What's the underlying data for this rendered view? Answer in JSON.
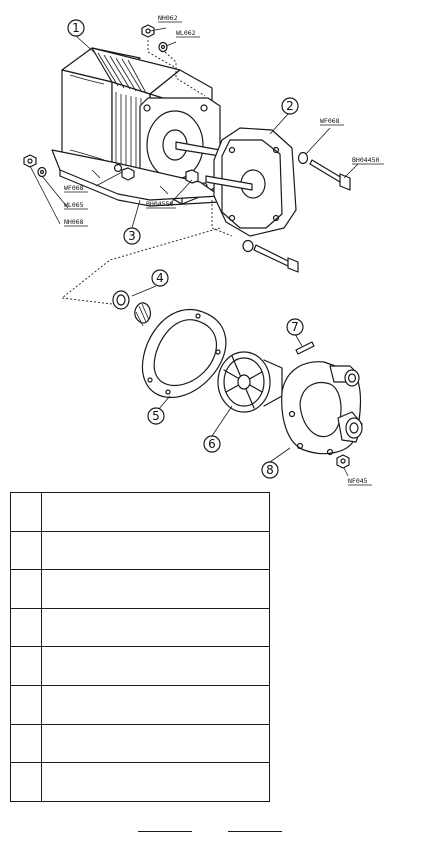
{
  "callouts": [
    {
      "id": "1",
      "label": "1"
    },
    {
      "id": "2",
      "label": "2"
    },
    {
      "id": "3",
      "label": "3"
    },
    {
      "id": "4",
      "label": "4"
    },
    {
      "id": "5",
      "label": "5"
    },
    {
      "id": "6",
      "label": "6"
    },
    {
      "id": "7",
      "label": "7"
    },
    {
      "id": "8",
      "label": "8"
    }
  ],
  "part_codes": {
    "nh062": "NH062",
    "wl062": "WL062",
    "wf068": "WF068",
    "bh04450": "BH04450",
    "wf068b": "WF068",
    "wl065": "WL065",
    "nh068": "NH068",
    "bh04550": "BH04550",
    "nf045": "NF045"
  },
  "parts_table": {
    "rows": [
      {
        "number": "",
        "description": ""
      },
      {
        "number": "",
        "description": ""
      },
      {
        "number": "",
        "description": ""
      },
      {
        "number": "",
        "description": ""
      },
      {
        "number": "",
        "description": ""
      },
      {
        "number": "",
        "description": ""
      },
      {
        "number": "",
        "description": ""
      },
      {
        "number": "",
        "description": ""
      }
    ]
  },
  "signature_lines": [
    {
      "id": "left",
      "value": ""
    },
    {
      "id": "right",
      "value": ""
    }
  ]
}
